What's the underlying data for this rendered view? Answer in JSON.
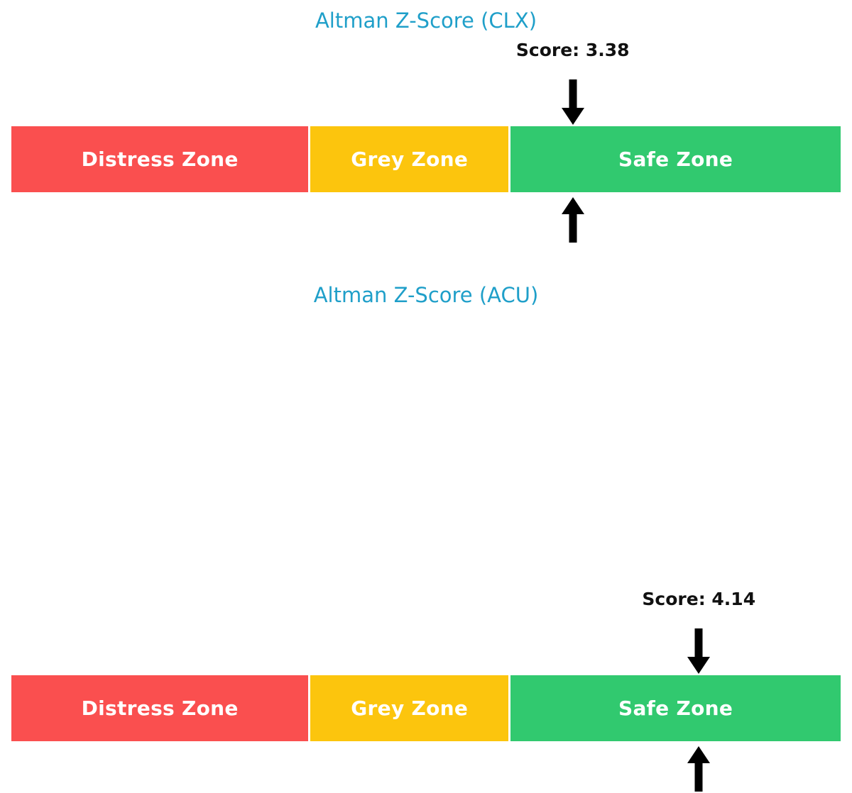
{
  "page": {
    "background": "#ffffff",
    "title_color": "#1f9fc9",
    "score_color": "#111111",
    "label_color": "#ffffff",
    "arrow_color": "#000000"
  },
  "chart_data": {
    "type": "bar",
    "title": "Altman Z-Score Gauges",
    "charts": [
      {
        "title": "Altman Z-Score (CLX)",
        "score_label": "Score: 3.38",
        "score_value": 3.38,
        "categories": [
          "Distress Zone",
          "Grey Zone",
          "Safe Zone"
        ],
        "values": [
          36,
          24,
          40
        ],
        "colors": [
          "#fa4f4f",
          "#fcc50d",
          "#31c96f"
        ],
        "marker_position_pct": 67.7,
        "xlabel": "",
        "ylabel": "",
        "grid": false,
        "legend": "none"
      },
      {
        "title": "Altman Z-Score (ACU)",
        "score_label": "Score: 4.14",
        "score_value": 4.14,
        "categories": [
          "Distress Zone",
          "Grey Zone",
          "Safe Zone"
        ],
        "values": [
          36,
          24,
          40
        ],
        "colors": [
          "#fa4f4f",
          "#fcc50d",
          "#31c96f"
        ],
        "marker_position_pct": 82.9,
        "xlabel": "",
        "ylabel": "",
        "grid": false,
        "legend": "none"
      }
    ]
  },
  "gauge1": {
    "title": "Altman Z-Score (CLX)",
    "score": "Score: 3.38",
    "zones": [
      {
        "label": "Distress Zone",
        "color": "#fa4f4f"
      },
      {
        "label": "Grey Zone",
        "color": "#fcc50d"
      },
      {
        "label": "Safe Zone",
        "color": "#31c96f"
      }
    ],
    "marker_down_icon": "arrow-down-icon",
    "marker_up_icon": "arrow-up-icon"
  },
  "gauge2": {
    "title": "Altman Z-Score (ACU)",
    "score": "Score: 4.14",
    "zones": [
      {
        "label": "Distress Zone",
        "color": "#fa4f4f"
      },
      {
        "label": "Grey Zone",
        "color": "#fcc50d"
      },
      {
        "label": "Safe Zone",
        "color": "#31c96f"
      }
    ],
    "marker_down_icon": "arrow-down-icon",
    "marker_up_icon": "arrow-up-icon"
  }
}
